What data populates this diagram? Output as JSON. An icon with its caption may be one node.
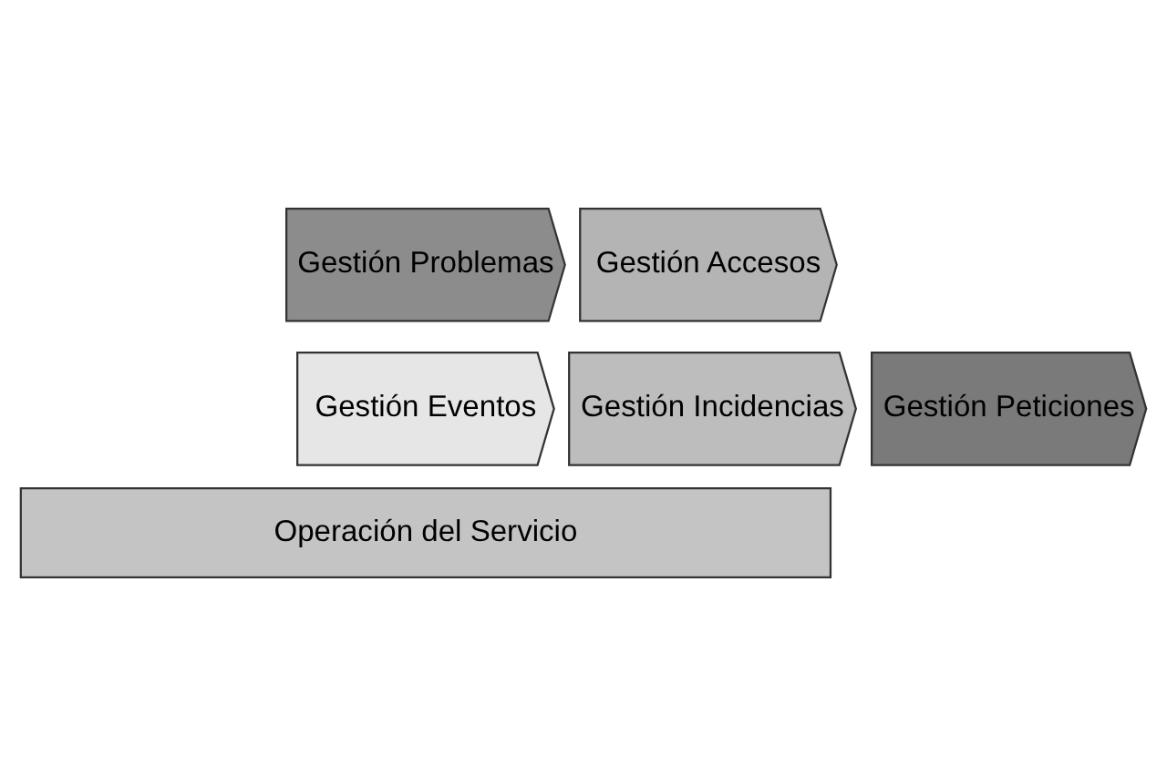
{
  "diagram": {
    "nodes": [
      {
        "text": [
          "Gestión Problemas"
        ]
      },
      {
        "text": [
          "Gestión Accesos"
        ]
      },
      {
        "text": [
          "Gestión Eventos"
        ]
      },
      {
        "text": [
          "Gestión Incidencias"
        ]
      },
      {
        "text": [
          "Gestión Peticiones"
        ]
      },
      {
        "text": [
          "Operación del Servicio"
        ]
      }
    ]
  }
}
